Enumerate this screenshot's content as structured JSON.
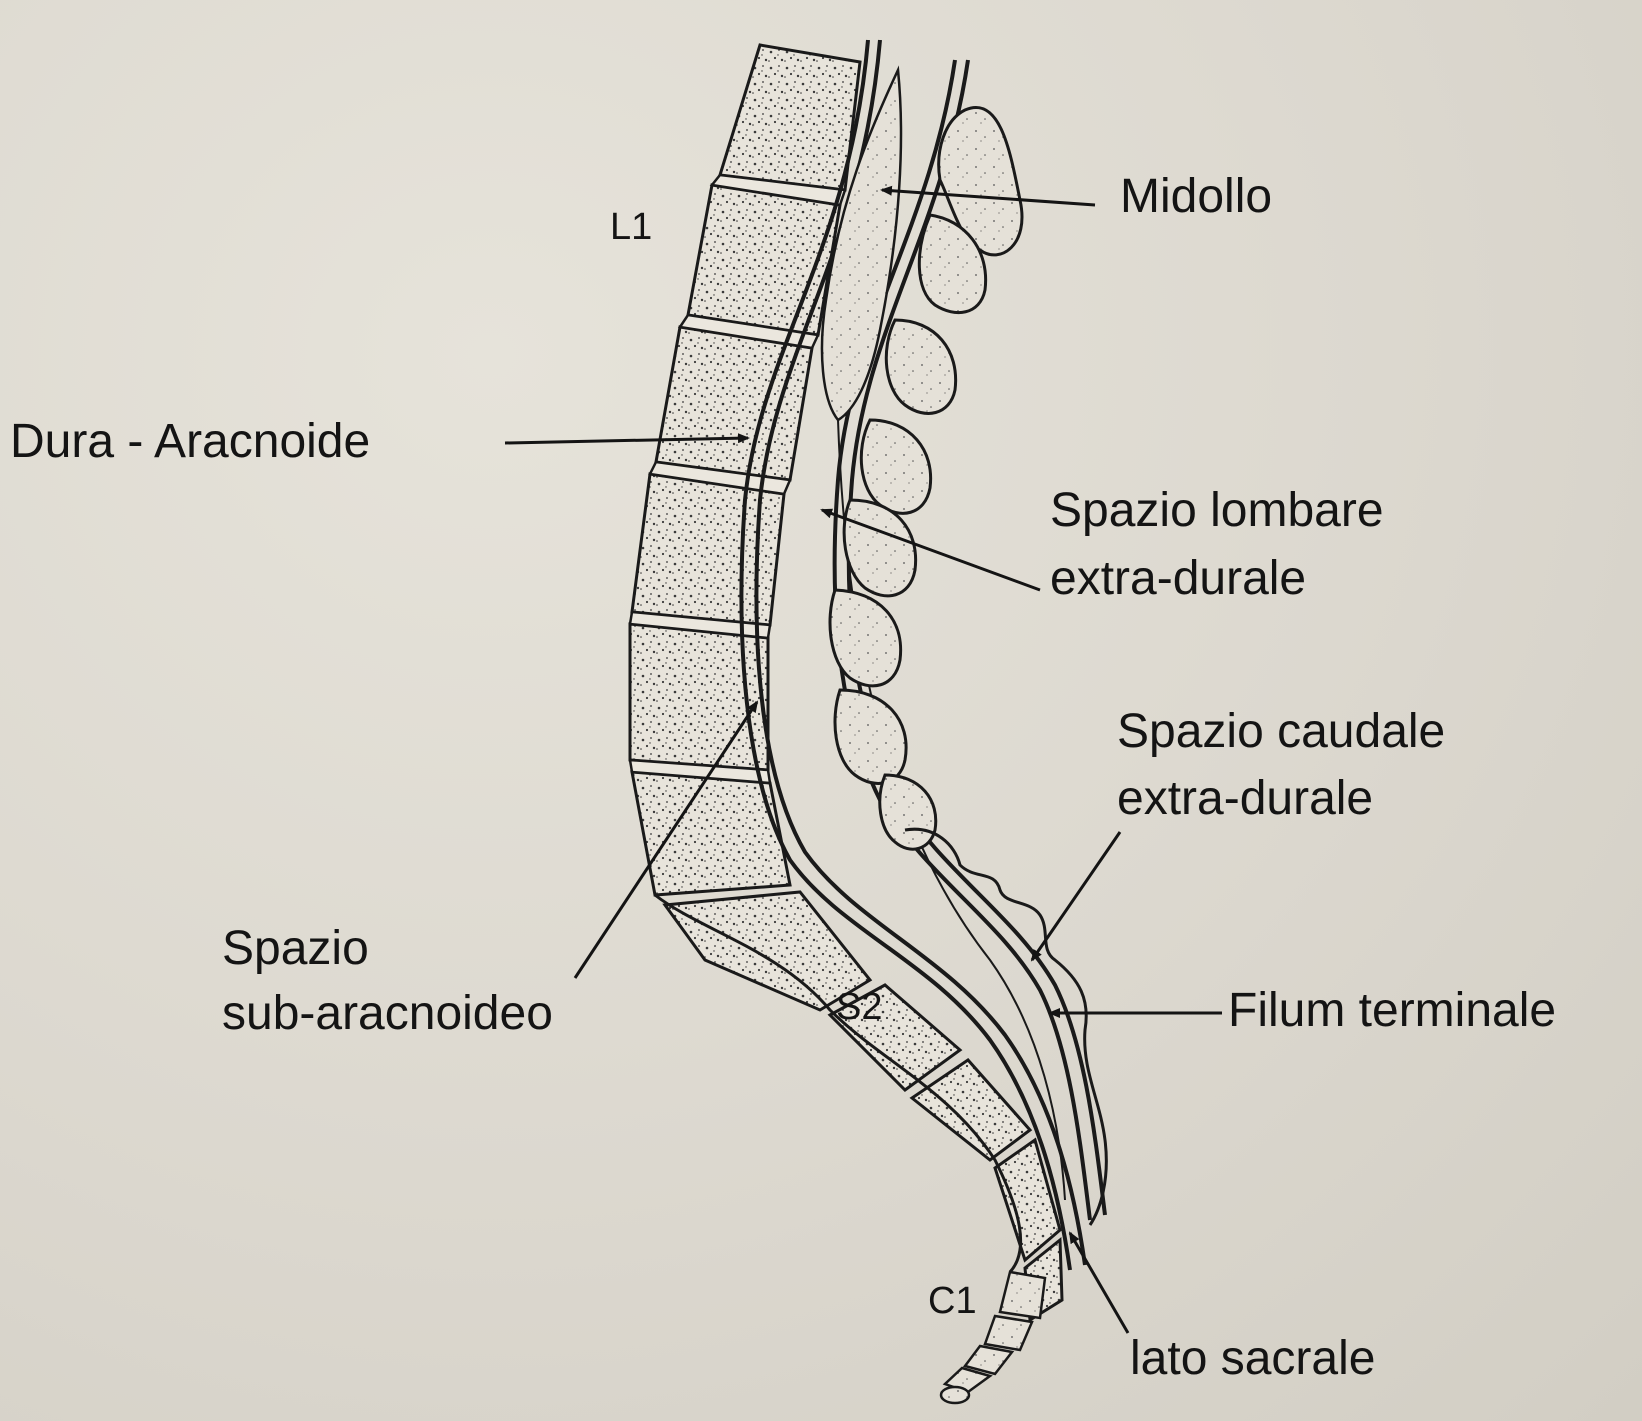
{
  "diagram": {
    "labels": {
      "midollo": "Midollo",
      "dura_aracnoide": "Dura - Aracnoide",
      "spazio_lombare_line1": "Spazio lombare",
      "spazio_lombare_line2": "extra-durale",
      "spazio_caudale_line1": "Spazio caudale",
      "spazio_caudale_line2": "extra-durale",
      "spazio_sub_line1": "Spazio",
      "spazio_sub_line2": "sub-aracnoideo",
      "filum_terminale": "Filum terminale",
      "lato_sacrale": "lato sacrale",
      "l1": "L1",
      "s2": "S2",
      "c1": "C1"
    }
  }
}
